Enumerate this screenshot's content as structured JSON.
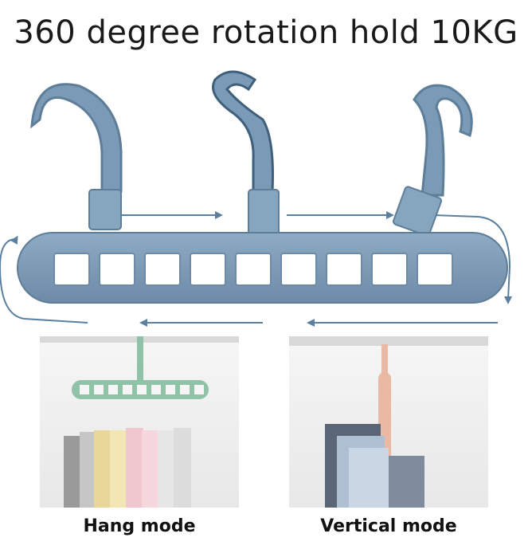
{
  "headline": "360 degree rotation hold 10KG",
  "product_visual": {
    "hanger_color": "#7b9ab5",
    "hanger_dark": "#5d7d99",
    "hook_count": 3,
    "hole_count": 9,
    "rotation_arrow_color": "#5a7f9f"
  },
  "modes": [
    {
      "caption": "Hang mode",
      "hanger_color": "#8fc2a6"
    },
    {
      "caption": "Vertical mode",
      "hanger_color": "#e9b9a3"
    }
  ]
}
